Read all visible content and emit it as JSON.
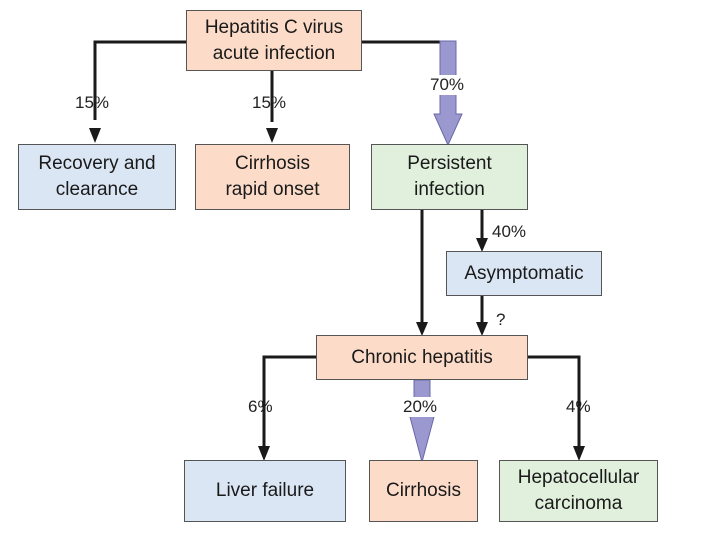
{
  "colors": {
    "peach": "#fcdcc9",
    "blue": "#dbe6f4",
    "green": "#e1f0dc",
    "line": "#1a1a1a",
    "wide_arrow": "#9a98cf"
  },
  "nodes": {
    "acute": "Hepatitis C virus\nacute infection",
    "recovery": "Recovery and\nclearance",
    "cirrhosis_rapid": "Cirrhosis\nrapid onset",
    "persistent": "Persistent\ninfection",
    "asymptomatic": "Asymptomatic",
    "chronic": "Chronic hepatitis",
    "liver_failure": "Liver failure",
    "cirrhosis": "Cirrhosis",
    "hcc": "Hepatocellular\ncarcinoma"
  },
  "edges": {
    "recovery": "15%",
    "cirrhosis_rapid": "15%",
    "persistent": "70%",
    "asymptomatic": "40%",
    "asymptomatic_to_chronic": "?",
    "liver_failure": "6%",
    "cirrhosis": "20%",
    "hcc": "4%"
  }
}
